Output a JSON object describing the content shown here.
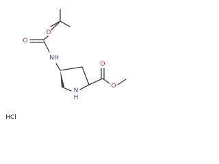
{
  "molecule": {
    "atoms": {
      "ring_nitrogen": "N",
      "ring_nitrogen_hydrogen": "H",
      "carbamate_nitrogen": "NH",
      "carbamate_carbonyl_oxygen": "O",
      "carbamate_ether_oxygen": "O",
      "ester_carbonyl_oxygen": "O",
      "ester_ether_oxygen": "O"
    },
    "salt": "HCl"
  },
  "colors": {
    "bond": "#3a3a3a",
    "nitrogen": "#3b3bd6",
    "oxygen": "#e0241b",
    "salt": "#222222"
  }
}
